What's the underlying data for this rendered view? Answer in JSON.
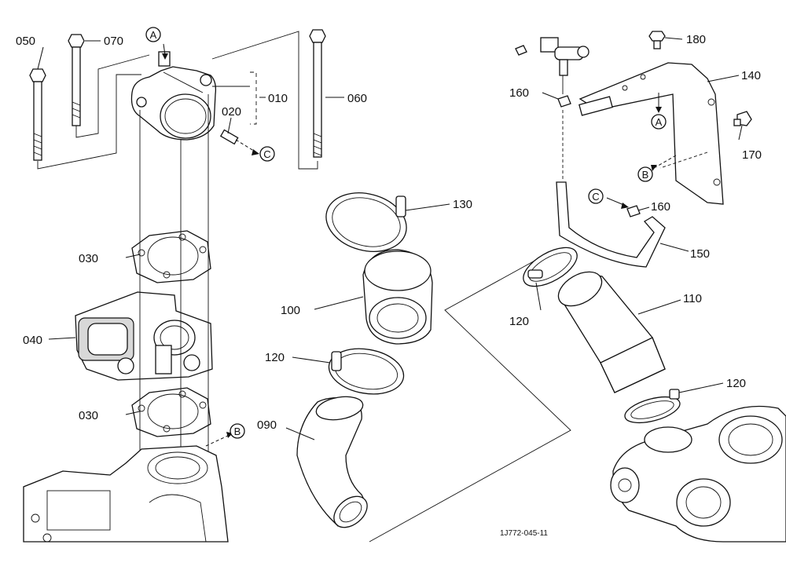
{
  "callouts": {
    "p050": "050",
    "p070": "070",
    "p060": "060",
    "p010": "010",
    "p020": "020",
    "p030a": "030",
    "p030b": "030",
    "p040": "040",
    "p090": "090",
    "p100": "100",
    "p110": "110",
    "p120a": "120",
    "p120b": "120",
    "p120c": "120",
    "p130": "130",
    "p140": "140",
    "p150": "150",
    "p160a": "160",
    "p160b": "160",
    "p170": "170",
    "p180": "180"
  },
  "markers": {
    "a1": "A",
    "a2": "A",
    "b1": "B",
    "b2": "B",
    "c1": "C",
    "c2": "C"
  },
  "reference_code": "1J772-045-11",
  "colors": {
    "line": "#111111",
    "background": "#ffffff",
    "shade": "#d8d8d8"
  }
}
